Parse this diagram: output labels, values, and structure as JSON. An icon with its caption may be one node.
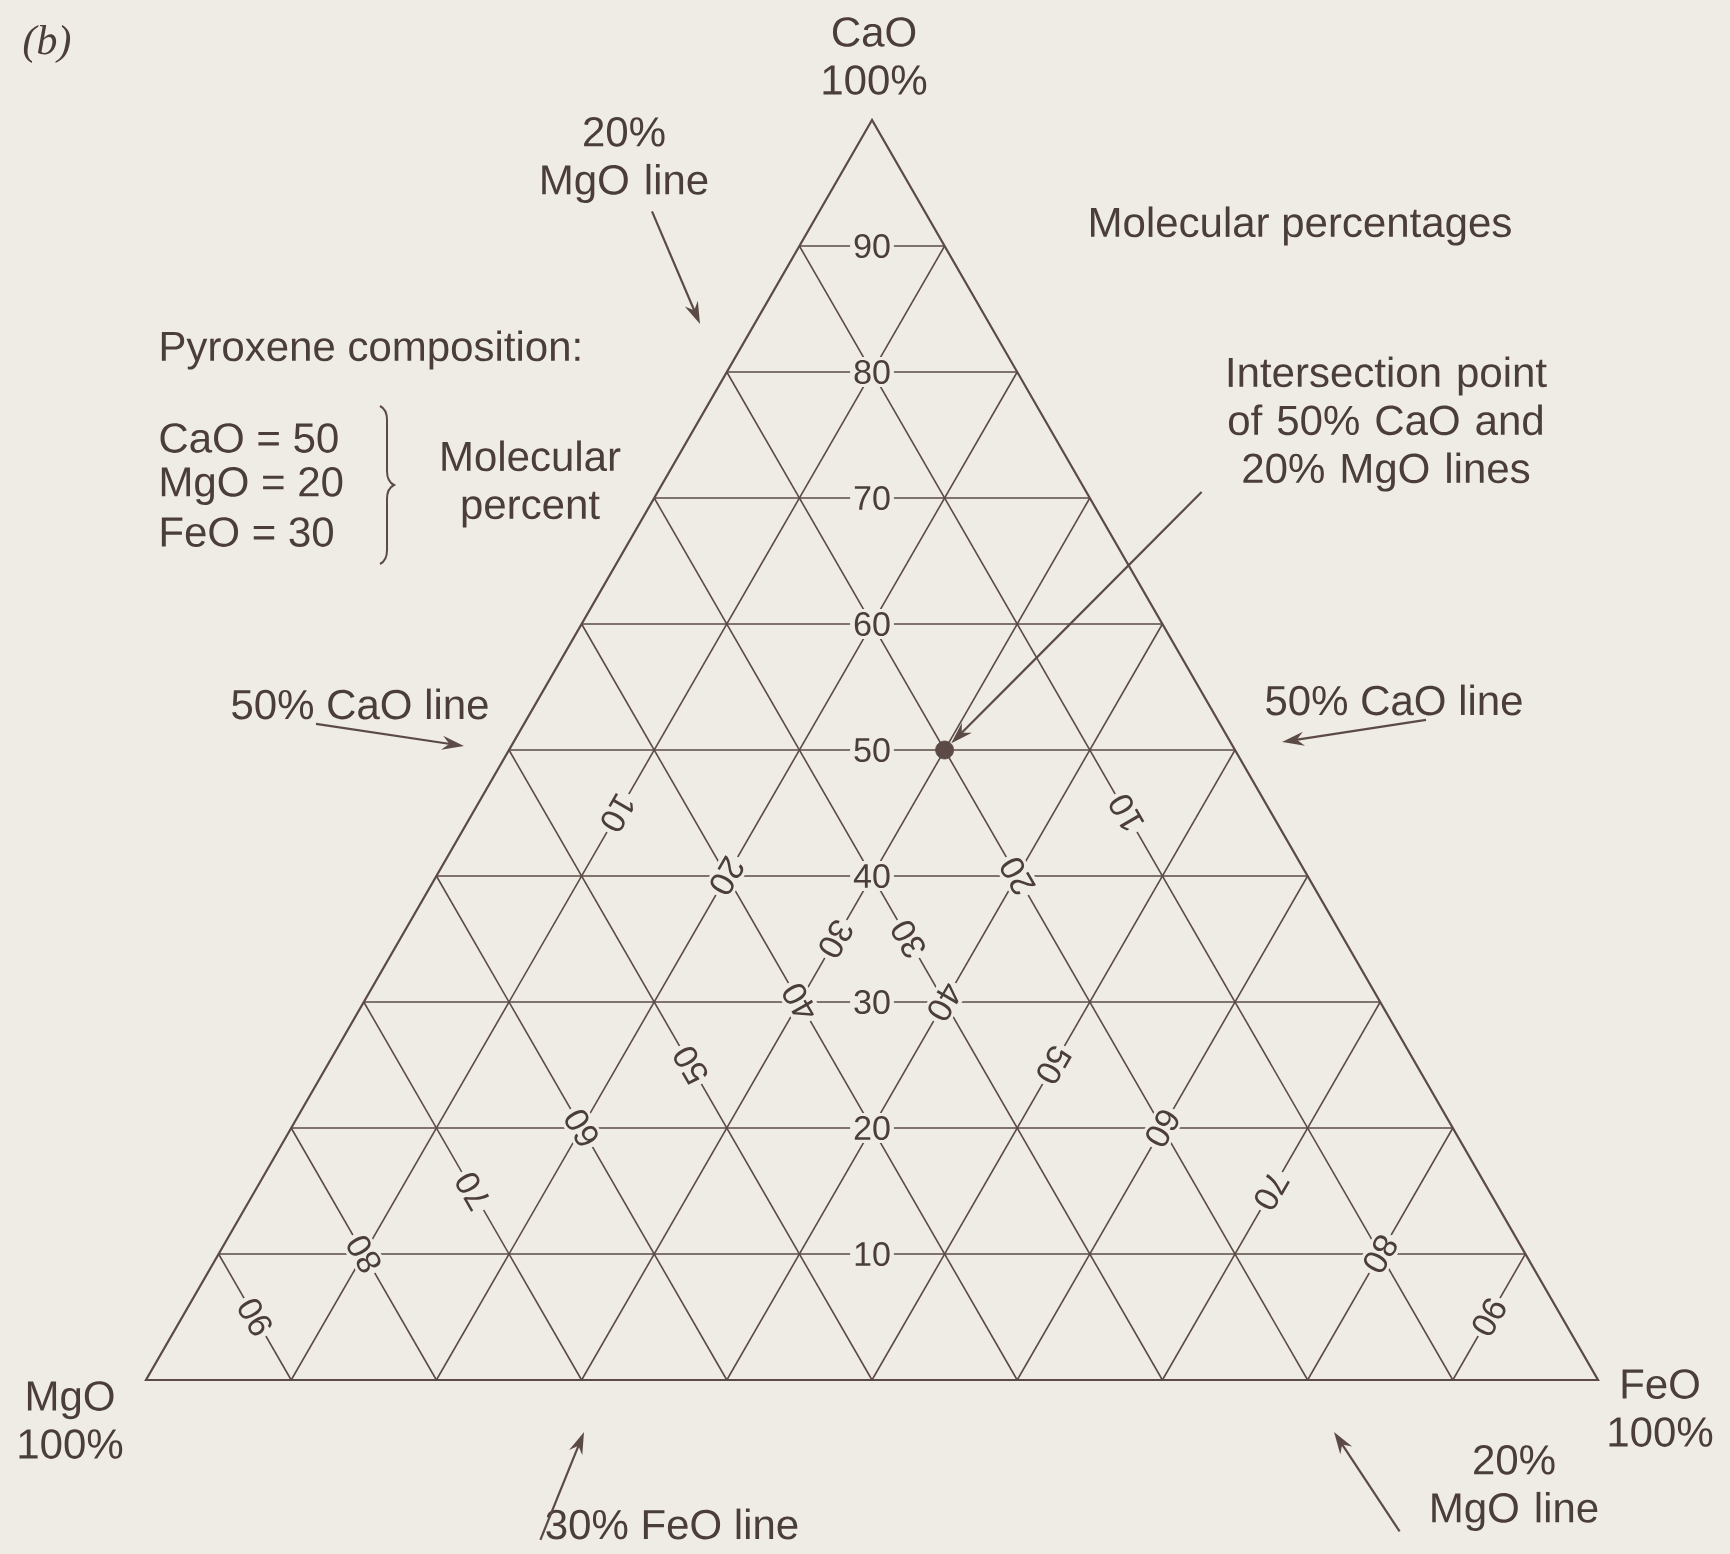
{
  "diagram": {
    "nodes": [
      {
        "text": [
          "20% MgO line"
        ]
      },
      {
        "text": [
          "50% CaO line"
        ]
      },
      {
        "text": [
          "50% CaO line"
        ]
      },
      {
        "text": [
          "30% FeO line"
        ]
      },
      {
        "text": [
          "20% MgO line"
        ]
      },
      {
        "text": [
          "Intersection point of 50% CaO and 20% MgO lines"
        ]
      },
      {
        "text": [],
        "shape": "circle"
      }
    ],
    "edges": [
      {
        "from": 0,
        "to": null,
        "arrow": "to"
      },
      {
        "from": 1,
        "to": null,
        "arrow": "to"
      },
      {
        "from": 2,
        "to": null,
        "arrow": "to"
      },
      {
        "from": 3,
        "to": null,
        "arrow": "to"
      },
      {
        "from": 4,
        "to": null,
        "arrow": "to"
      },
      {
        "from": 5,
        "to": 6,
        "arrow": "to"
      }
    ],
    "labels": [
      "(b)",
      "CaO 100%",
      "Molecular percentages",
      "Pyroxene composition:",
      "CaO = 50",
      "MgO = 20",
      "FeO = 30",
      "Molecular percent",
      "90",
      "80",
      "70",
      "60",
      "50",
      "40",
      "30",
      "20",
      "10",
      "10",
      "20",
      "30",
      "40",
      "50",
      "60",
      "70",
      "80",
      "90",
      "10",
      "20",
      "30",
      "40",
      "50",
      "60",
      "70",
      "80",
      "90",
      "MgO 100%",
      "FeO 100%"
    ]
  }
}
